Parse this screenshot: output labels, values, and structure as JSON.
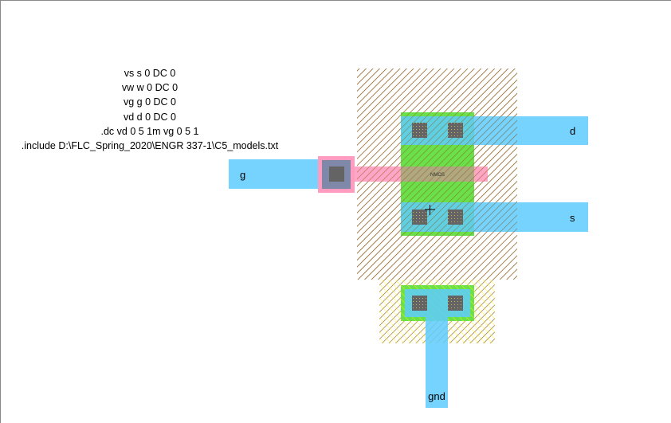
{
  "spice_directives": [
    "vs s 0 DC 0",
    "vw w 0 DC 0",
    "vg g 0 DC 0",
    "vd d 0 DC 0",
    ".dc vd 0 5 1m vg 0 5 1",
    ".include D:\\FLC_Spring_2020\\ENGR 337-1\\C5_models.txt"
  ],
  "layout": {
    "transistor_label": "NMOS",
    "pins": {
      "drain": "d",
      "source": "s",
      "gate": "g",
      "ground": "gnd"
    }
  },
  "colors": {
    "metal1": "#5ecbfd",
    "poly": "#ff9cc0",
    "active": "#6ae04a",
    "contact": "#646464",
    "select_hatch": "#8a5a18",
    "well_hatch": "#ffff00"
  }
}
